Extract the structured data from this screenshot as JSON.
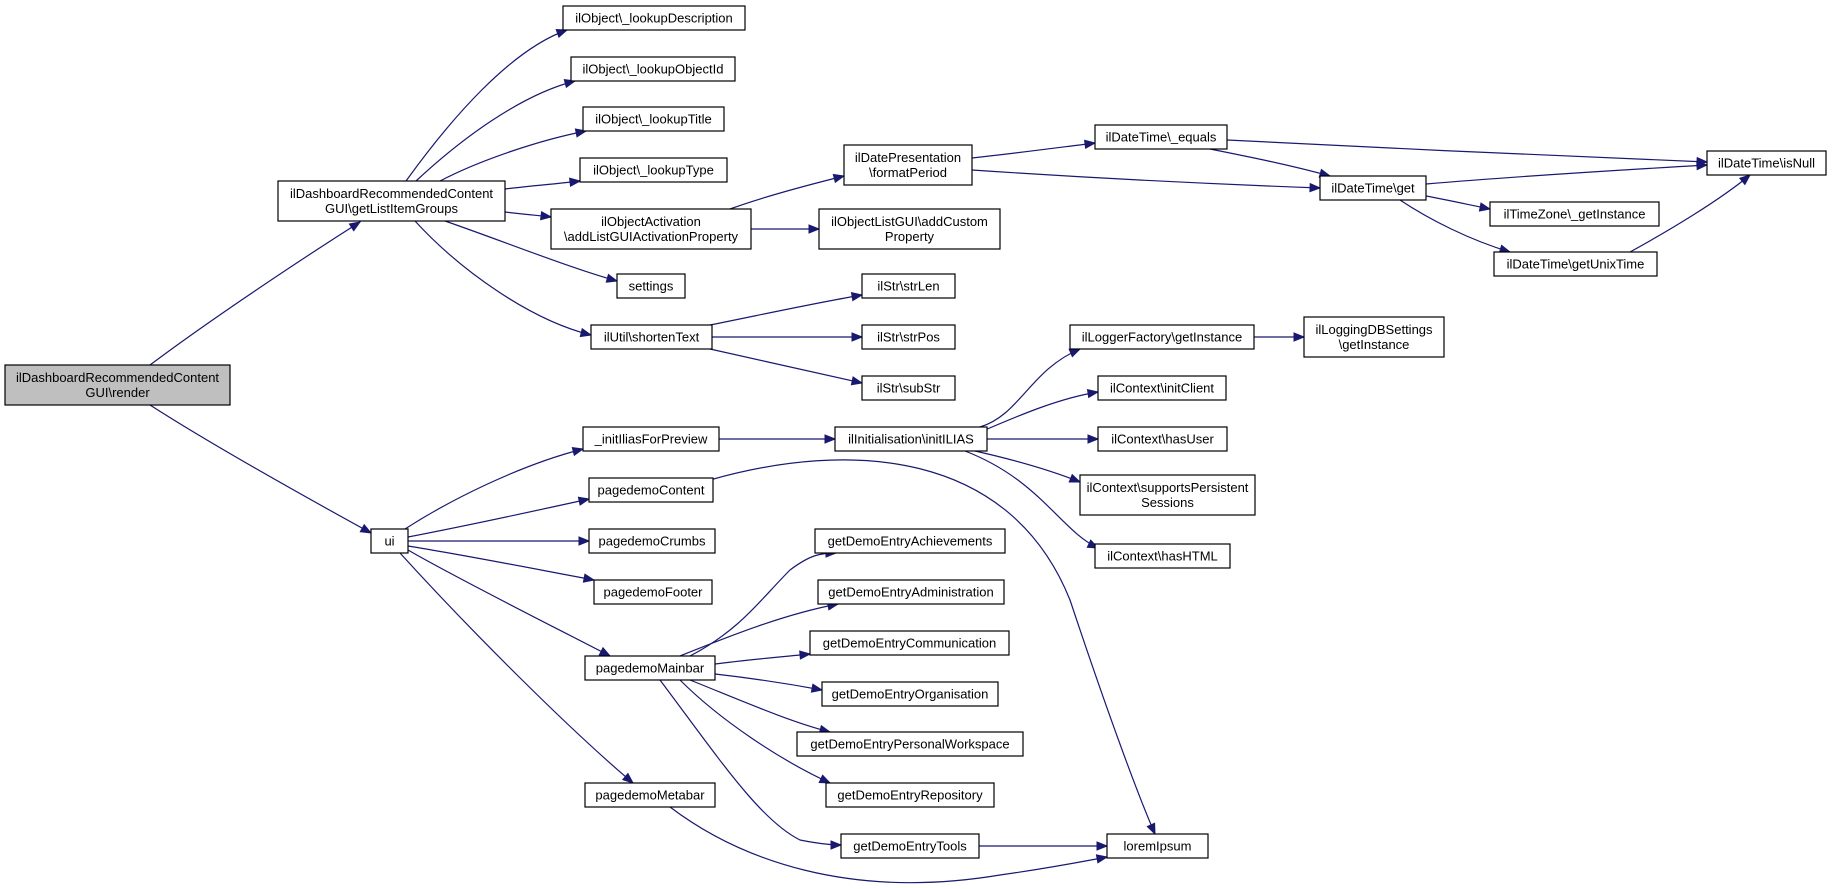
{
  "graph": {
    "colors": {
      "edge": "#191970",
      "node_border": "#000000",
      "root_fill": "#bfbfbf",
      "node_fill": "#ffffff"
    },
    "nodes": [
      {
        "id": "render",
        "lines": [
          "ilDashboardRecommendedContent",
          "GUI\\render"
        ],
        "root": true
      },
      {
        "id": "getListItemGroups",
        "lines": [
          "ilDashboardRecommendedContent",
          "GUI\\getListItemGroups"
        ]
      },
      {
        "id": "ui",
        "lines": [
          "ui"
        ]
      },
      {
        "id": "lookupDescription",
        "lines": [
          "ilObject\\_lookupDescription"
        ]
      },
      {
        "id": "lookupObjectId",
        "lines": [
          "ilObject\\_lookupObjectId"
        ]
      },
      {
        "id": "lookupTitle",
        "lines": [
          "ilObject\\_lookupTitle"
        ]
      },
      {
        "id": "lookupType",
        "lines": [
          "ilObject\\_lookupType"
        ]
      },
      {
        "id": "addListGUIActivationProperty",
        "lines": [
          "ilObjectActivation",
          "\\addListGUIActivationProperty"
        ]
      },
      {
        "id": "settings",
        "lines": [
          "settings"
        ]
      },
      {
        "id": "shortenText",
        "lines": [
          "ilUtil\\shortenText"
        ]
      },
      {
        "id": "formatPeriod",
        "lines": [
          "ilDatePresentation",
          "\\formatPeriod"
        ]
      },
      {
        "id": "addCustomProperty",
        "lines": [
          "ilObjectListGUI\\addCustom",
          "Property"
        ]
      },
      {
        "id": "strLen",
        "lines": [
          "ilStr\\strLen"
        ]
      },
      {
        "id": "strPos",
        "lines": [
          "ilStr\\strPos"
        ]
      },
      {
        "id": "subStr",
        "lines": [
          "ilStr\\subStr"
        ]
      },
      {
        "id": "equals",
        "lines": [
          "ilDateTime\\_equals"
        ]
      },
      {
        "id": "get",
        "lines": [
          "ilDateTime\\get"
        ]
      },
      {
        "id": "isNull",
        "lines": [
          "ilDateTime\\isNull"
        ]
      },
      {
        "id": "tzGetInstance",
        "lines": [
          "ilTimeZone\\_getInstance"
        ]
      },
      {
        "id": "getUnixTime",
        "lines": [
          "ilDateTime\\getUnixTime"
        ]
      },
      {
        "id": "initIliasForPreview",
        "lines": [
          "_initIliasForPreview"
        ]
      },
      {
        "id": "pagedemoContent",
        "lines": [
          "pagedemoContent"
        ]
      },
      {
        "id": "pagedemoCrumbs",
        "lines": [
          "pagedemoCrumbs"
        ]
      },
      {
        "id": "pagedemoFooter",
        "lines": [
          "pagedemoFooter"
        ]
      },
      {
        "id": "pagedemoMainbar",
        "lines": [
          "pagedemoMainbar"
        ]
      },
      {
        "id": "pagedemoMetabar",
        "lines": [
          "pagedemoMetabar"
        ]
      },
      {
        "id": "initILIAS",
        "lines": [
          "ilInitialisation\\initILIAS"
        ]
      },
      {
        "id": "loggerFactory",
        "lines": [
          "ilLoggerFactory\\getInstance"
        ]
      },
      {
        "id": "loggingDBSettings",
        "lines": [
          "ilLoggingDBSettings",
          "\\getInstance"
        ]
      },
      {
        "id": "initClient",
        "lines": [
          "ilContext\\initClient"
        ]
      },
      {
        "id": "hasUser",
        "lines": [
          "ilContext\\hasUser"
        ]
      },
      {
        "id": "supportsPersistentSessions",
        "lines": [
          "ilContext\\supportsPersistent",
          "Sessions"
        ]
      },
      {
        "id": "hasHTML",
        "lines": [
          "ilContext\\hasHTML"
        ]
      },
      {
        "id": "achievements",
        "lines": [
          "getDemoEntryAchievements"
        ]
      },
      {
        "id": "administration",
        "lines": [
          "getDemoEntryAdministration"
        ]
      },
      {
        "id": "communication",
        "lines": [
          "getDemoEntryCommunication"
        ]
      },
      {
        "id": "organisation",
        "lines": [
          "getDemoEntryOrganisation"
        ]
      },
      {
        "id": "personalWorkspace",
        "lines": [
          "getDemoEntryPersonalWorkspace"
        ]
      },
      {
        "id": "repository",
        "lines": [
          "getDemoEntryRepository"
        ]
      },
      {
        "id": "tools",
        "lines": [
          "getDemoEntryTools"
        ]
      },
      {
        "id": "loremIpsum",
        "lines": [
          "loremIpsum"
        ]
      }
    ],
    "edges": [
      {
        "from": "render",
        "to": "getListItemGroups"
      },
      {
        "from": "render",
        "to": "ui"
      },
      {
        "from": "getListItemGroups",
        "to": "lookupDescription"
      },
      {
        "from": "getListItemGroups",
        "to": "lookupObjectId"
      },
      {
        "from": "getListItemGroups",
        "to": "lookupTitle"
      },
      {
        "from": "getListItemGroups",
        "to": "lookupType"
      },
      {
        "from": "getListItemGroups",
        "to": "addListGUIActivationProperty"
      },
      {
        "from": "getListItemGroups",
        "to": "settings"
      },
      {
        "from": "getListItemGroups",
        "to": "shortenText"
      },
      {
        "from": "addListGUIActivationProperty",
        "to": "formatPeriod"
      },
      {
        "from": "addListGUIActivationProperty",
        "to": "addCustomProperty"
      },
      {
        "from": "formatPeriod",
        "to": "equals"
      },
      {
        "from": "formatPeriod",
        "to": "get"
      },
      {
        "from": "equals",
        "to": "isNull"
      },
      {
        "from": "equals",
        "to": "get"
      },
      {
        "from": "get",
        "to": "isNull"
      },
      {
        "from": "get",
        "to": "tzGetInstance"
      },
      {
        "from": "get",
        "to": "getUnixTime"
      },
      {
        "from": "getUnixTime",
        "to": "isNull"
      },
      {
        "from": "shortenText",
        "to": "strLen"
      },
      {
        "from": "shortenText",
        "to": "strPos"
      },
      {
        "from": "shortenText",
        "to": "subStr"
      },
      {
        "from": "ui",
        "to": "initIliasForPreview"
      },
      {
        "from": "ui",
        "to": "pagedemoContent"
      },
      {
        "from": "ui",
        "to": "pagedemoCrumbs"
      },
      {
        "from": "ui",
        "to": "pagedemoFooter"
      },
      {
        "from": "ui",
        "to": "pagedemoMainbar"
      },
      {
        "from": "ui",
        "to": "pagedemoMetabar"
      },
      {
        "from": "initIliasForPreview",
        "to": "initILIAS"
      },
      {
        "from": "initILIAS",
        "to": "loggerFactory"
      },
      {
        "from": "initILIAS",
        "to": "initClient"
      },
      {
        "from": "initILIAS",
        "to": "hasUser"
      },
      {
        "from": "initILIAS",
        "to": "supportsPersistentSessions"
      },
      {
        "from": "initILIAS",
        "to": "hasHTML"
      },
      {
        "from": "loggerFactory",
        "to": "loggingDBSettings"
      },
      {
        "from": "pagedemoContent",
        "to": "loremIpsum"
      },
      {
        "from": "pagedemoMainbar",
        "to": "achievements"
      },
      {
        "from": "pagedemoMainbar",
        "to": "administration"
      },
      {
        "from": "pagedemoMainbar",
        "to": "communication"
      },
      {
        "from": "pagedemoMainbar",
        "to": "organisation"
      },
      {
        "from": "pagedemoMainbar",
        "to": "personalWorkspace"
      },
      {
        "from": "pagedemoMainbar",
        "to": "repository"
      },
      {
        "from": "pagedemoMainbar",
        "to": "tools"
      },
      {
        "from": "pagedemoMetabar",
        "to": "loremIpsum"
      },
      {
        "from": "tools",
        "to": "loremIpsum"
      }
    ]
  }
}
